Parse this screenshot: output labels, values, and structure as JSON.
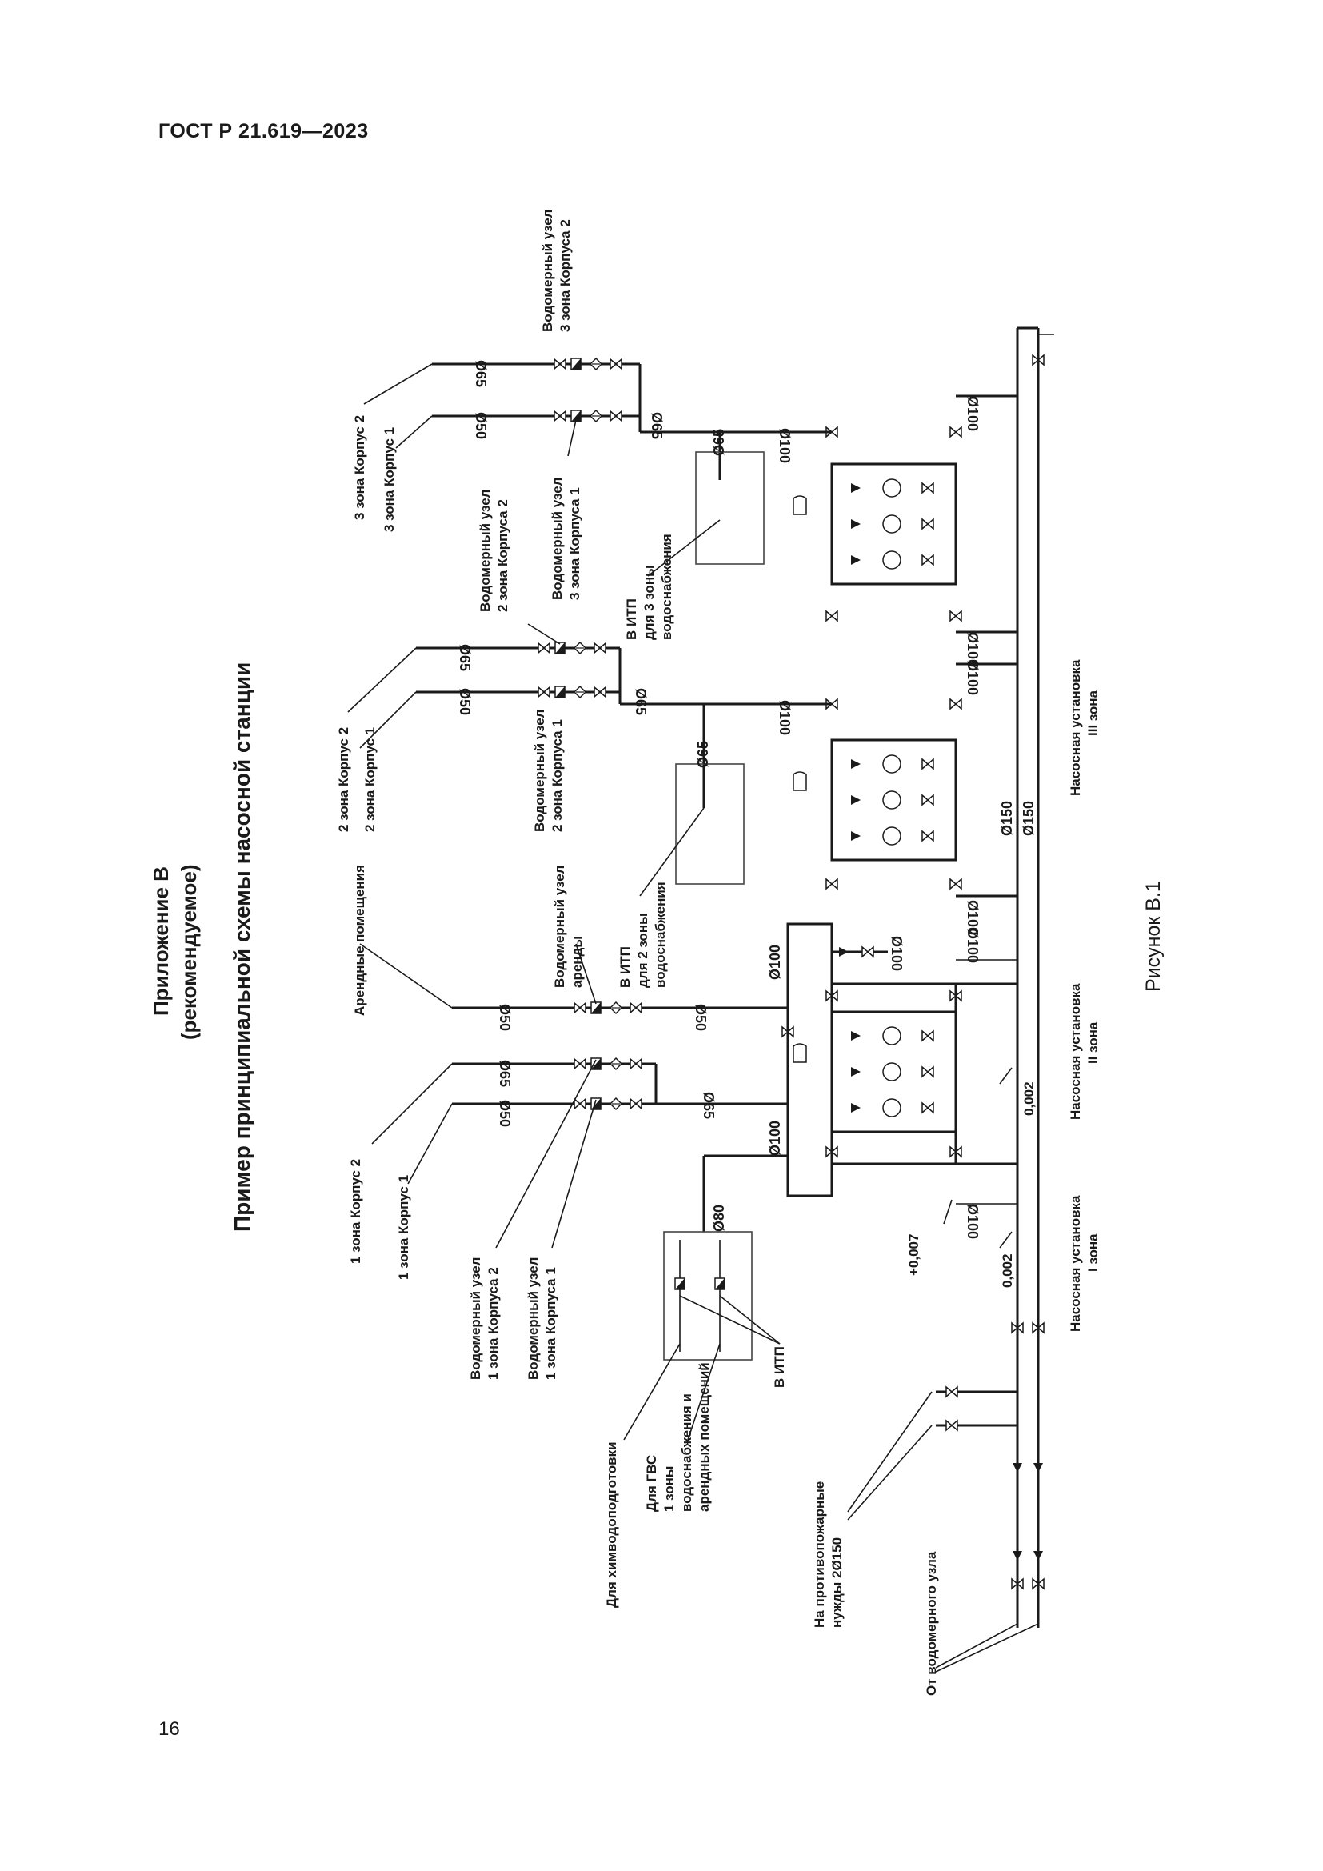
{
  "document": {
    "code": "ГОСТ Р 21.619—2023",
    "page_number": "16"
  },
  "figure": {
    "appendix": "Приложение В",
    "appendix_note": "(рекомендуемое)",
    "title": "Пример принципиальной схемы насосной станции",
    "caption": "Рисунок В.1"
  },
  "labels": {
    "from_meter": "От водомерного узла",
    "fire_needs_1": "На противопожарные",
    "fire_needs_2": "нужды 2Ø150",
    "chem_treatment": "Для химводоподготовки",
    "hot_water_1": "Для ГВС",
    "hot_water_2": "1 зоны",
    "hot_water_3": "водоснабжения и",
    "hot_water_4": "арендных помещений",
    "to_itp": "В ИТП",
    "to_itp2_1": "В ИТП",
    "to_itp2_2": "для 2 зоны",
    "to_itp2_3": "водоснабжения",
    "to_itp3_1": "В ИТП",
    "to_itp3_2": "для 3 зоны",
    "to_itp3_3": "водоснабжения",
    "meter_z1b2_1": "Водомерный узел",
    "meter_z1b2_2": "1 зона Корпуса 2",
    "meter_z1b1_1": "Водомерный узел",
    "meter_z1b1_2": "1 зона Корпуса 1",
    "meter_rent_1": "Водомерный узел",
    "meter_rent_2": "аренды",
    "meter_z2b1_1": "Водомерный узел",
    "meter_z2b1_2": "2 зона Корпуса 1",
    "meter_z2b2_1": "Водомерный узел",
    "meter_z2b2_2": "2 зона Корпуса 2",
    "meter_z3b1_1": "Водомерный узел",
    "meter_z3b1_2": "3 зона Корпуса 1",
    "meter_z3b2_1": "Водомерный узел",
    "meter_z3b2_2": "3 зона Корпуса 2",
    "zone1_b2": "1 зона Корпус 2",
    "zone1_b1": "1 зона Корпус 1",
    "rent_rooms": "Арендные помещения",
    "zone2_b2": "2 зона Корпус 2",
    "zone2_b1": "2 зона Корпус 1",
    "zone3_b2": "3 зона Корпус 2",
    "zone3_b1": "3 зона Корпус 1",
    "pump_1a": "Насосная установка",
    "pump_1b": "I зона",
    "pump_2a": "Насосная установка",
    "pump_2b": "II зона",
    "pump_3a": "Насосная установка",
    "pump_3b": "III зона",
    "slope_1": "0,002",
    "slope_2": "0,002",
    "level": "+0,007"
  },
  "diameters": {
    "d50": "Ø50",
    "d65": "Ø65",
    "d80": "Ø80",
    "d100": "Ø100",
    "d150": "Ø150"
  }
}
